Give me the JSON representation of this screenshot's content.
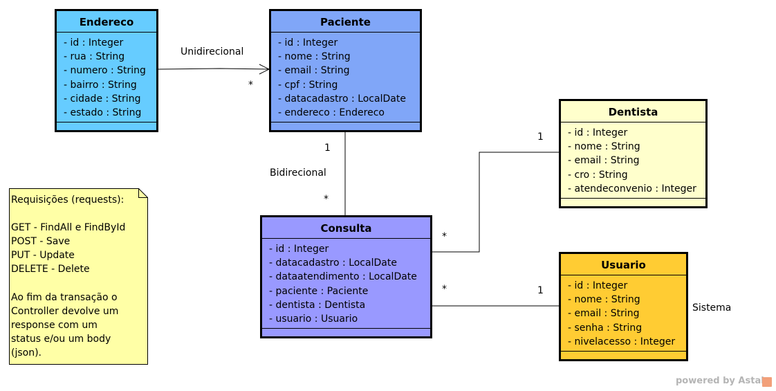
{
  "classes": {
    "endereco": {
      "name": "Endereco",
      "color": "#66ccff",
      "attributes": [
        "- id : Integer",
        "- rua : String",
        "- numero : String",
        "- bairro : String",
        "- cidade : String",
        "- estado : String"
      ]
    },
    "paciente": {
      "name": "Paciente",
      "color": "#80a6f8",
      "attributes": [
        "- id : Integer",
        "- nome : String",
        "- email : String",
        "- cpf : String",
        "- datacadastro : LocalDate",
        "- endereco : Endereco"
      ]
    },
    "dentista": {
      "name": "Dentista",
      "color": "#ffffcc",
      "attributes": [
        "- id : Integer",
        "- nome : String",
        "- email : String",
        "- cro : String",
        "- atendeconvenio : Integer"
      ]
    },
    "consulta": {
      "name": "Consulta",
      "color": "#9999ff",
      "attributes": [
        "- id : Integer",
        "- datacadastro : LocalDate",
        "- dataatendimento : LocalDate",
        "- paciente : Paciente",
        "- dentista : Dentista",
        "- usuario : Usuario"
      ]
    },
    "usuario": {
      "name": "Usuario",
      "color": "#ffcc33",
      "attributes": [
        "- id : Integer",
        "- nome : String",
        "- email : String",
        "- senha : String",
        "- nivelacesso : Integer"
      ]
    }
  },
  "associations": {
    "endereco_paciente": {
      "label": "Unidirecional",
      "target_multiplicity": "*"
    },
    "paciente_consulta": {
      "label": "Bidirecional",
      "source_multiplicity": "1",
      "target_multiplicity": "*"
    },
    "consulta_dentista": {
      "source_multiplicity": "*",
      "target_multiplicity": "1"
    },
    "consulta_usuario": {
      "source_multiplicity": "*",
      "target_multiplicity": "1"
    }
  },
  "usuario_side_label": "Sistema",
  "note": {
    "color": "#ffffa6",
    "lines": [
      "Requisições (requests):",
      "",
      "GET - FindAll e FindById",
      "POST - Save",
      "PUT - Update",
      "DELETE - Delete",
      "",
      "Ao fim da transação o",
      "Controller devolve um",
      "response com um",
      "status e/ou um body",
      "(json)."
    ]
  },
  "watermark": "powered by Astah"
}
